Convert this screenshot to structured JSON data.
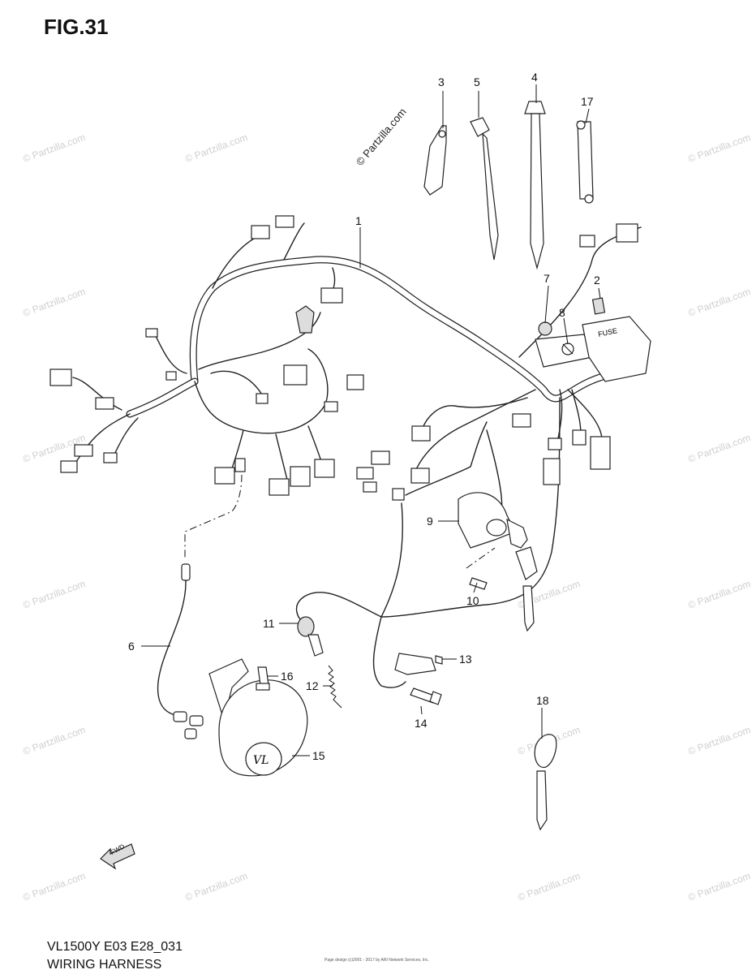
{
  "figure": {
    "title": "FIG.31",
    "model_code": "VL1500Y E03 E28_031",
    "section": "WIRING HARNESS",
    "fine_print": "Page design (c)2001 - 2017 by ARI Network Services, Inc.",
    "watermark": "© Partzilla.com"
  },
  "callouts": [
    {
      "id": "1",
      "label": "1"
    },
    {
      "id": "2",
      "label": "2"
    },
    {
      "id": "3",
      "label": "3"
    },
    {
      "id": "4",
      "label": "4"
    },
    {
      "id": "5",
      "label": "5"
    },
    {
      "id": "6",
      "label": "6"
    },
    {
      "id": "7",
      "label": "7"
    },
    {
      "id": "8",
      "label": "8"
    },
    {
      "id": "9",
      "label": "9"
    },
    {
      "id": "10",
      "label": "10"
    },
    {
      "id": "11",
      "label": "11"
    },
    {
      "id": "12",
      "label": "12"
    },
    {
      "id": "13",
      "label": "13"
    },
    {
      "id": "14",
      "label": "14"
    },
    {
      "id": "15",
      "label": "15"
    },
    {
      "id": "16",
      "label": "16"
    },
    {
      "id": "17",
      "label": "17"
    },
    {
      "id": "18",
      "label": "18"
    }
  ],
  "markings": {
    "fuse_box": "FUSE",
    "horn": "VL",
    "direction": "FWD"
  }
}
